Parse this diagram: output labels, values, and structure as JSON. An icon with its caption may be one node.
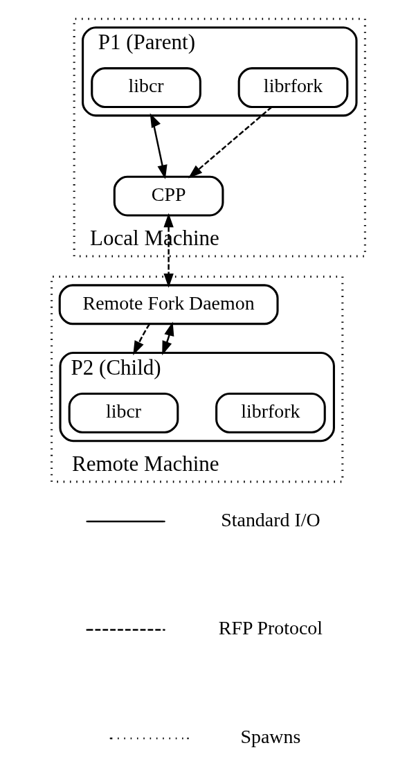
{
  "diagram": {
    "nodes": [
      {
        "text": [
          "Local Machine"
        ]
      },
      {
        "text": [
          "P1 (Parent)"
        ],
        "in": 0
      },
      {
        "text": [
          "libcr"
        ],
        "in": 1
      },
      {
        "text": [
          "librfork"
        ],
        "in": 1
      },
      {
        "text": [
          "CPP"
        ],
        "in": 0
      },
      {
        "text": [
          "Remote Machine"
        ]
      },
      {
        "text": [
          "Remote Fork Daemon"
        ],
        "in": 5
      },
      {
        "text": [
          "P2 (Child)"
        ],
        "in": 5
      },
      {
        "text": [
          "libcr"
        ],
        "in": 7
      },
      {
        "text": [
          "librfork"
        ],
        "in": 7
      }
    ],
    "edges": [
      {
        "from": 1,
        "to": 4,
        "arrow": "both"
      },
      {
        "from": 3,
        "to": 4,
        "arrow": "to",
        "style": "dashed"
      },
      {
        "from": 4,
        "to": 6,
        "arrow": "both",
        "style": "dashed"
      },
      {
        "from": 6,
        "to": 7,
        "arrow": "to",
        "style": "dashed"
      },
      {
        "from": 6,
        "to": 7,
        "arrow": "both"
      }
    ],
    "legend": [
      {
        "text": "Standard I/O"
      },
      {
        "text": "RFP Protocol"
      },
      {
        "text": "Spawns"
      }
    ]
  }
}
